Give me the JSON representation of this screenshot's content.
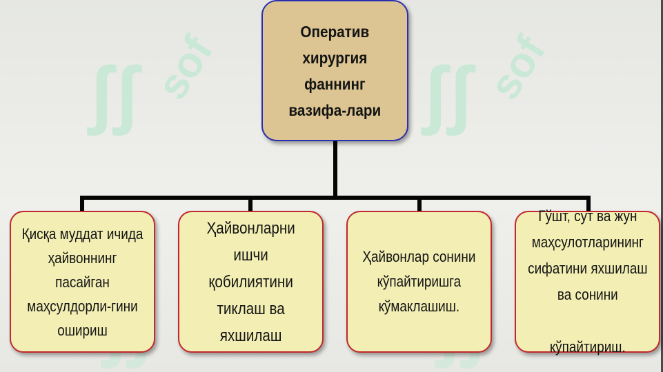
{
  "watermark": {
    "logo_text": "sof",
    "icon": "sof-logo-mark"
  },
  "diagram": {
    "root": {
      "title": "Оператив\nхирургия\nфаннинг\nвазифа-лари"
    },
    "children": [
      {
        "label": "Қисқа муддат ичида\nҳайвоннинг пасайган\nмаҳсулдорли-гини\nошириш"
      },
      {
        "label": "Ҳайвонларни\nишчи\nқобилиятини\nтиклаш ва\nяхшилаш"
      },
      {
        "label": "Ҳайвонлар сонини\nкўпайтиришга\nкўмаклашиш."
      },
      {
        "label": "Гўшт, сут ва жун\nмаҳсулотларининг\nсифатини яхшилаш\nва сонини\n\nкўпайтириш."
      }
    ]
  }
}
